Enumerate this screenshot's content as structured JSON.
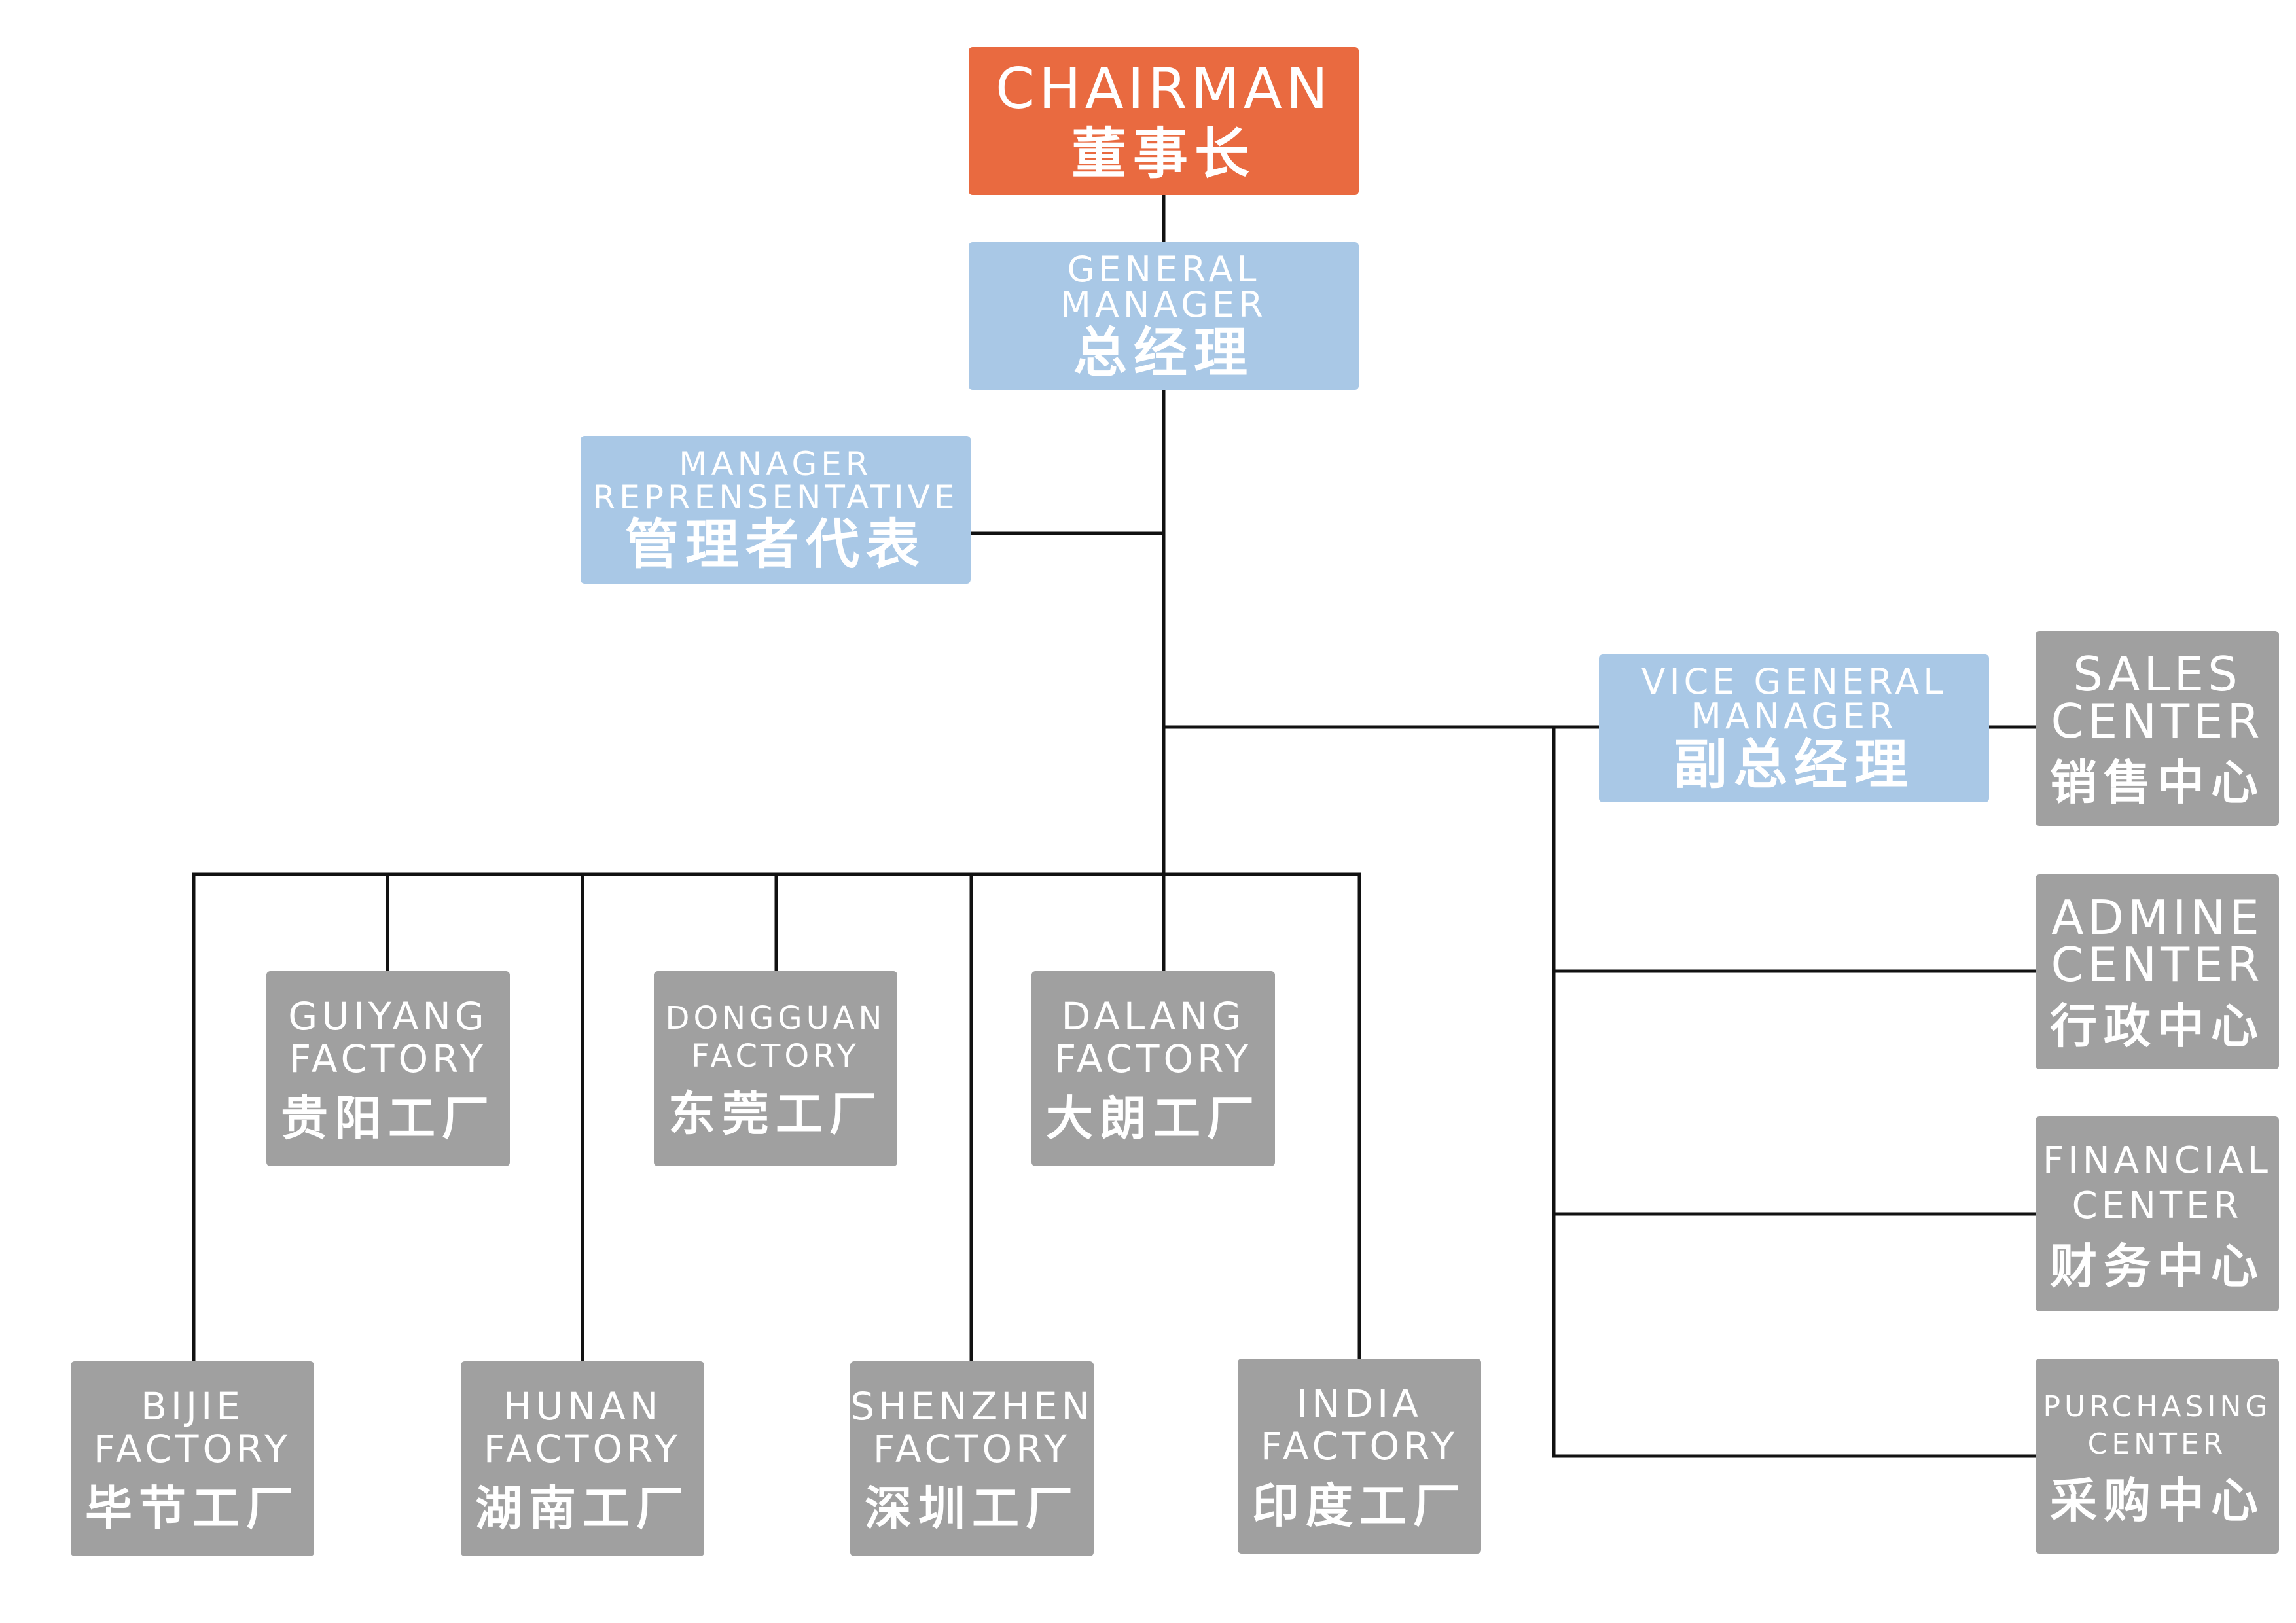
{
  "colors": {
    "chairman": "#e96a40",
    "management": "#a9c8e6",
    "unit": "#a0a0a0",
    "connector": "#111111",
    "text": "#ffffff"
  },
  "chairman": {
    "en": "CHAIRMAN",
    "cn": "董事长"
  },
  "general_manager": {
    "en": [
      "GENERAL",
      "MANAGER"
    ],
    "cn": "总经理"
  },
  "manager_representative": {
    "en": [
      "MANAGER",
      "REPRENSENTATIVE"
    ],
    "cn": "管理者代表"
  },
  "vice_general_manager": {
    "en": [
      "VICE GENERAL",
      "MANAGER"
    ],
    "cn": "副总经理"
  },
  "centers": [
    {
      "en": [
        "SALES",
        "CENTER"
      ],
      "cn": "销售中心"
    },
    {
      "en": [
        "ADMINE",
        "CENTER"
      ],
      "cn": "行政中心"
    },
    {
      "en": [
        "FINANCIAL",
        "CENTER"
      ],
      "cn": "财务中心"
    },
    {
      "en": [
        "PURCHASING",
        "CENTER"
      ],
      "cn": "采购中心"
    }
  ],
  "factories_row1": [
    {
      "en": [
        "GUIYANG",
        "FACTORY"
      ],
      "cn": "贵阳工厂"
    },
    {
      "en": [
        "DONGGUAN",
        "FACTORY"
      ],
      "cn": "东莞工厂"
    },
    {
      "en": [
        "DALANG",
        "FACTORY"
      ],
      "cn": "大朗工厂"
    }
  ],
  "factories_row2": [
    {
      "en": [
        "BIJIE",
        "FACTORY"
      ],
      "cn": "毕节工厂"
    },
    {
      "en": [
        "HUNAN",
        "FACTORY"
      ],
      "cn": "湖南工厂"
    },
    {
      "en": [
        "SHENZHEN",
        "FACTORY"
      ],
      "cn": "深圳工厂"
    },
    {
      "en": [
        "INDIA",
        "FACTORY"
      ],
      "cn": "印度工厂"
    }
  ]
}
